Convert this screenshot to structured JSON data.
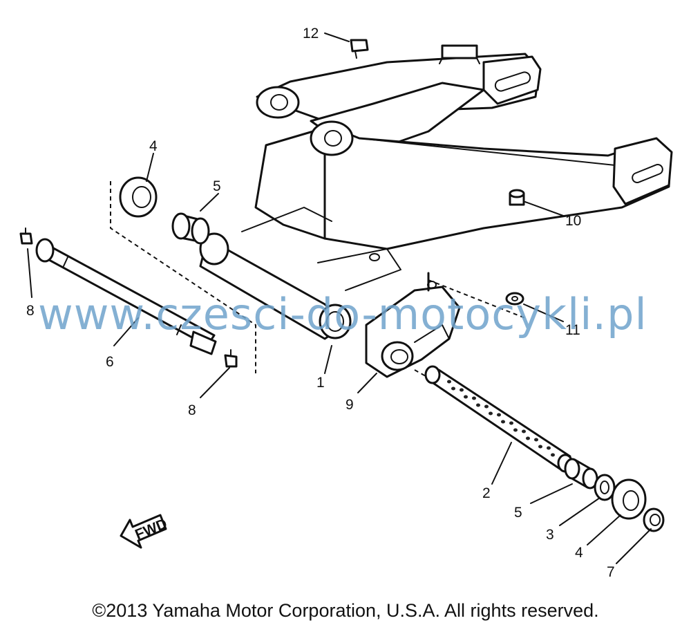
{
  "callouts": {
    "n1": "1",
    "n2": "2",
    "n3": "3",
    "n4a": "4",
    "n4b": "4",
    "n5a": "5",
    "n5b": "5",
    "n6": "6",
    "n7": "7",
    "n8a": "8",
    "n8b": "8",
    "n9": "9",
    "n10": "10",
    "n11": "11",
    "n12": "12"
  },
  "fwd_label": "FWD",
  "watermark": "www.czesci-do-motocykli.pl",
  "copyright": "©2013 Yamaha Motor Corporation, U.S.A. All rights reserved."
}
